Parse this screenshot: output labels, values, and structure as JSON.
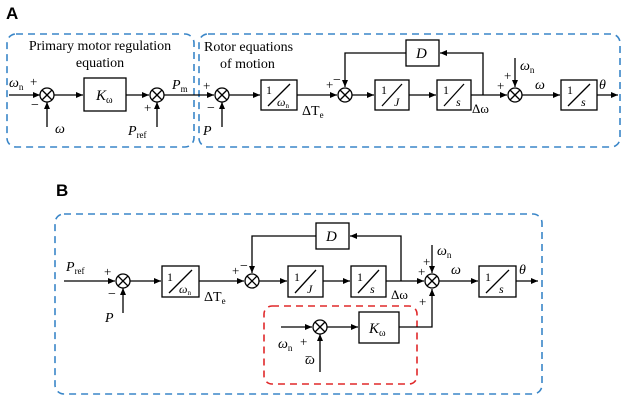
{
  "panel_a": {
    "label": "A",
    "group1_title_line1": "Primary motor regulation",
    "group1_title_line2": "equation",
    "group2_title_line1": "Rotor equations",
    "group2_title_line2": "of motion",
    "in_wn": "ω",
    "in_wn_sub": "n",
    "in_w": "ω",
    "k_block": "K",
    "k_block_sub": "ω",
    "p_ref": "P",
    "p_ref_sub": "ref",
    "p_m": "P",
    "p_m_sub": "m",
    "p_in": "P",
    "tf_inv_wn_num": "1",
    "tf_inv_wn_den": "ω",
    "tf_inv_wn_den_sub": "n",
    "delta_te": "ΔT",
    "delta_te_sub": "e",
    "d_block": "D",
    "tf_inv_j_num": "1",
    "tf_inv_j_den": "J",
    "tf_inv_s_num": "1",
    "tf_inv_s_den": "s",
    "delta_w": "Δω",
    "wn_top": "ω",
    "wn_top_sub": "n",
    "omega": "ω",
    "tf_int_num": "1",
    "tf_int_den": "s",
    "theta": "θ",
    "plus": "+",
    "minus": "−"
  },
  "panel_b": {
    "label": "B",
    "p_ref": "P",
    "p_ref_sub": "ref",
    "p_in": "P",
    "tf_inv_wn_num": "1",
    "tf_inv_wn_den": "ω",
    "tf_inv_wn_den_sub": "n",
    "delta_te": "ΔT",
    "delta_te_sub": "e",
    "d_block": "D",
    "tf_inv_j_num": "1",
    "tf_inv_j_den": "J",
    "tf_inv_s_num": "1",
    "tf_inv_s_den": "s",
    "delta_w": "Δω",
    "wn_top": "ω",
    "wn_top_sub": "n",
    "omega": "ω",
    "tf_int_num": "1",
    "tf_int_den": "s",
    "theta": "θ",
    "inner_wn": "ω",
    "inner_wn_sub": "n",
    "inner_w": "ω",
    "k_block": "K",
    "k_block_sub": "ω",
    "plus": "+",
    "minus": "−"
  },
  "colors": {
    "blue_dash": "#3a86c8",
    "red_dash": "#e0282a",
    "line": "#000000"
  }
}
